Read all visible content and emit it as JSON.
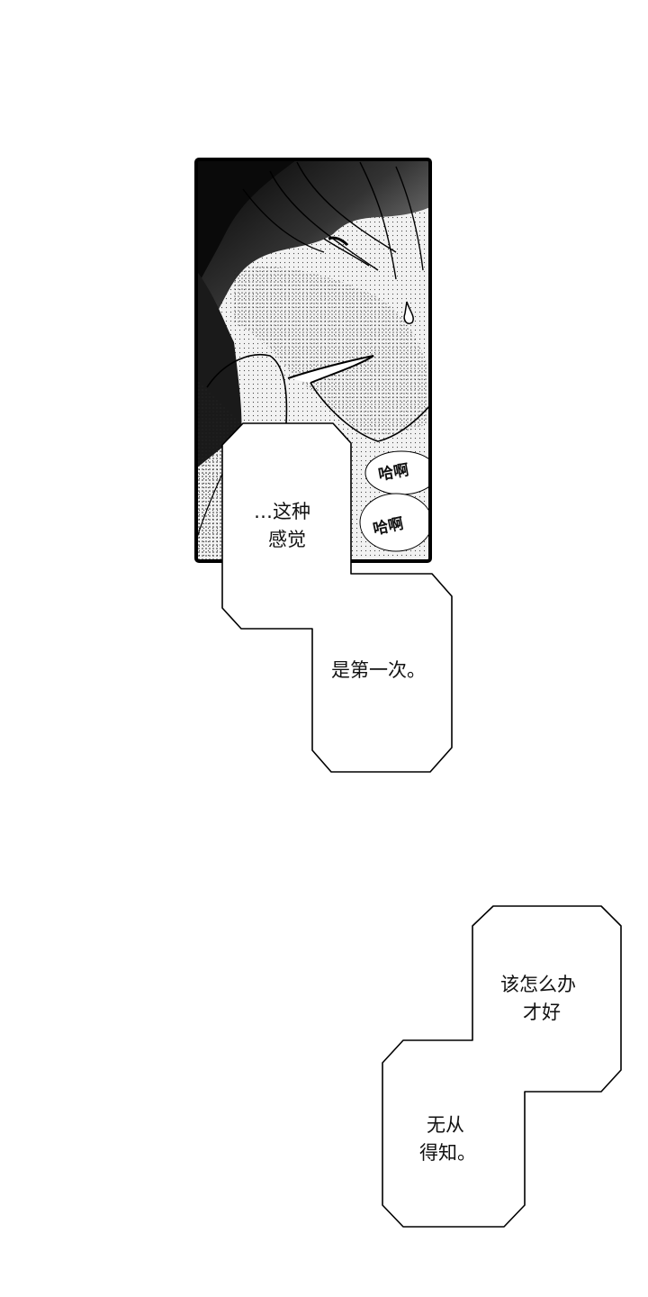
{
  "bubble1": {
    "lines": [
      "…这种",
      "感觉"
    ]
  },
  "bubble2": {
    "text": "是第一次。"
  },
  "bubble3": {
    "lines": [
      "该怎么办",
      "才好"
    ]
  },
  "bubble4": {
    "lines": [
      "无从",
      "得知。"
    ]
  },
  "sfx": {
    "a": "哈啊",
    "b": "哈啊"
  }
}
